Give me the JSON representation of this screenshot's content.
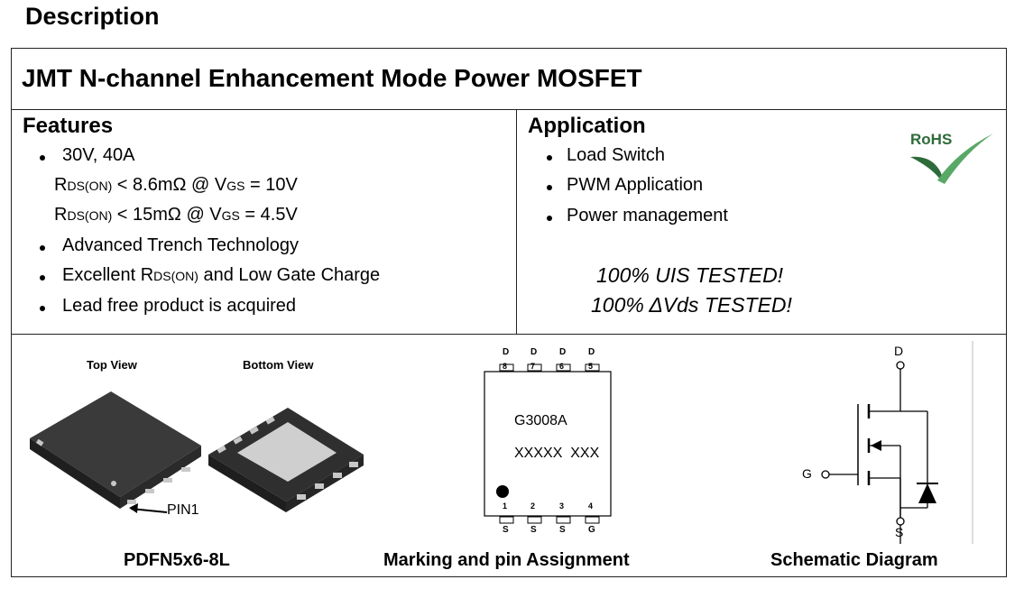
{
  "heading": "Description",
  "title": "JMT N-channel Enhancement Mode Power MOSFET",
  "features": {
    "title": "Features",
    "item1": "30V, 40A",
    "rds1": {
      "r": "R",
      "sub": "DS(ON)",
      "mid": " < 8.6mΩ @ V",
      "vsub": "GS",
      "end": " = 10V"
    },
    "rds2": {
      "r": "R",
      "sub": "DS(ON)",
      "mid": " < 15mΩ @ V",
      "vsub": "GS",
      "end": " = 4.5V"
    },
    "item2": "Advanced Trench Technology",
    "item3": {
      "a": "Excellent R",
      "sub": "DS(ON)",
      "b": " and Low Gate Charge"
    },
    "item4": "Lead free product is acquired"
  },
  "application": {
    "title": "Application",
    "items": [
      "Load Switch",
      "PWM Application",
      "Power management"
    ],
    "tested1": "100% UIS TESTED!",
    "tested2": "100% ΔVds TESTED!",
    "rohs": "RoHS"
  },
  "package": {
    "top_view": "Top View",
    "bottom_view": "Bottom View",
    "pin1": "PIN1",
    "caption": "PDFN5x6-8L"
  },
  "marking": {
    "top_letters": [
      "D",
      "D",
      "D",
      "D"
    ],
    "top_numbers": [
      "8",
      "7",
      "6",
      "5"
    ],
    "bottom_numbers": [
      "1",
      "2",
      "3",
      "4"
    ],
    "bottom_letters": [
      "S",
      "S",
      "S",
      "G"
    ],
    "part": "G3008A",
    "code": "XXXXX  XXX",
    "caption": "Marking and pin Assignment"
  },
  "schematic": {
    "d": "D",
    "g": "G",
    "s": "S",
    "caption": "Schematic Diagram"
  },
  "colors": {
    "rohs_green": "#2e6b3a",
    "chip_dark": "#3a3a3a",
    "pad": "#c8c8c8"
  }
}
